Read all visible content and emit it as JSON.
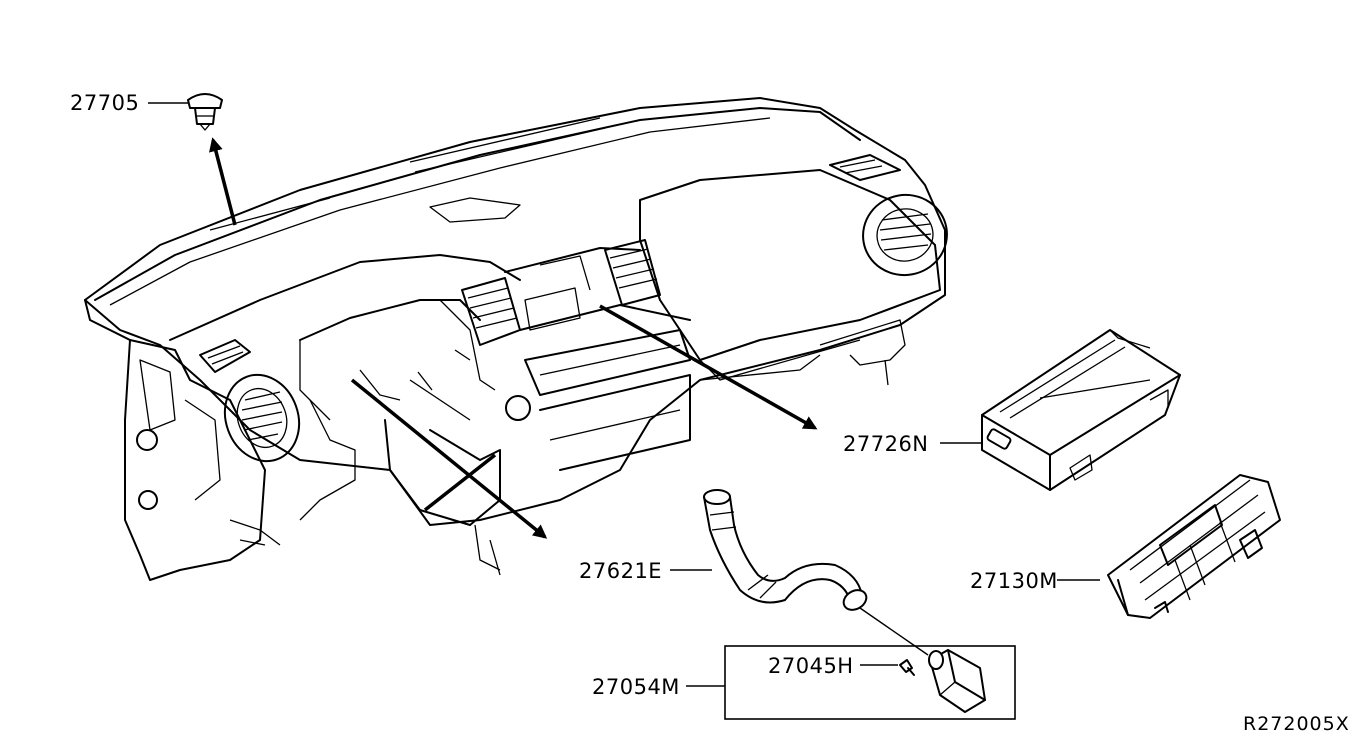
{
  "callouts": {
    "p27705": "27705",
    "p27726n": "27726N",
    "p27621e": "27621E",
    "p27130m": "27130M",
    "p27045h": "27045H",
    "p27054m": "27054M"
  },
  "reference_code": "R272005X"
}
